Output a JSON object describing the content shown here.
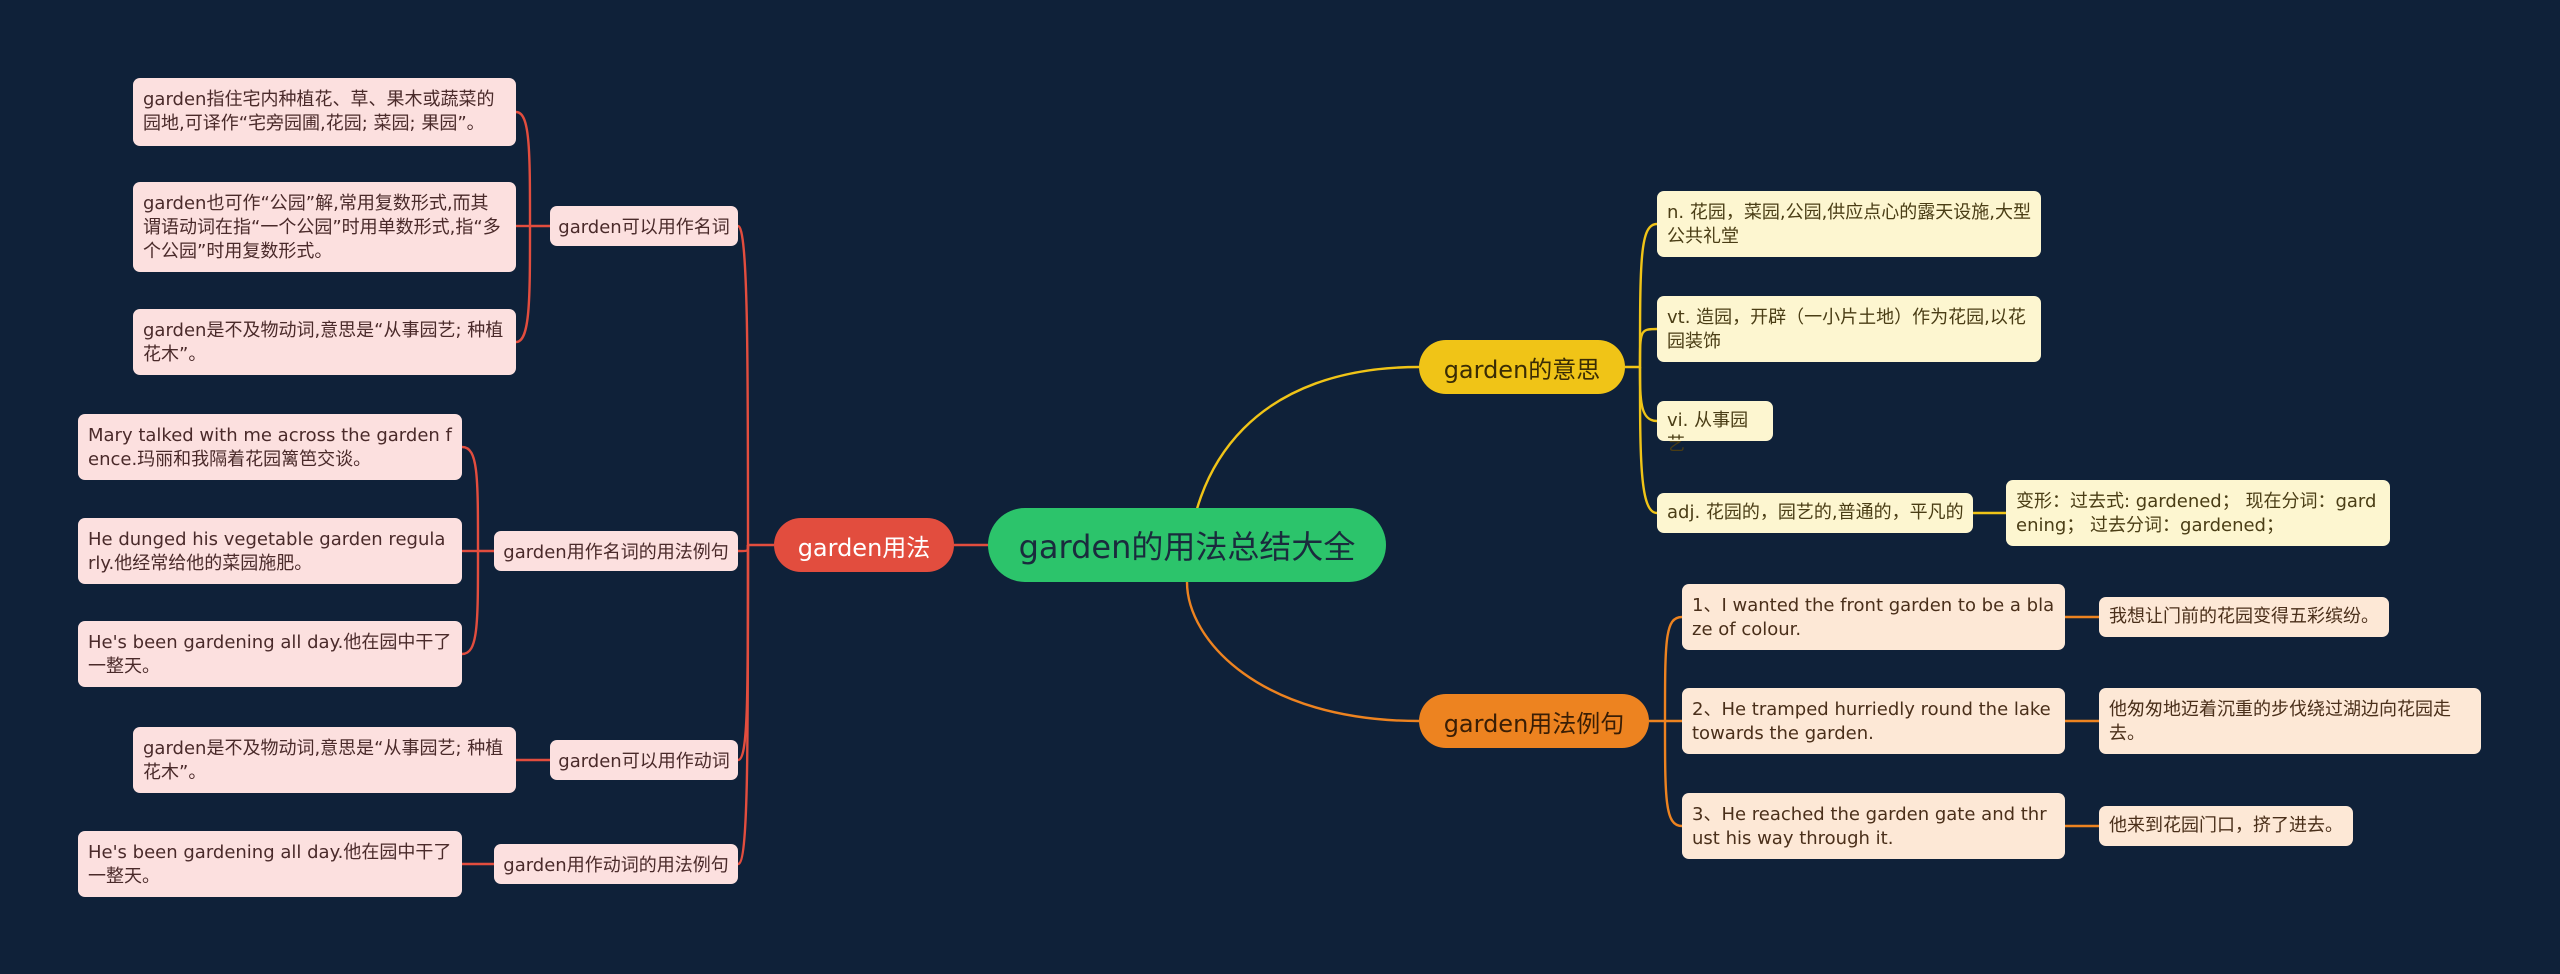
{
  "center": "garden的用法总结大全",
  "colors": {
    "background": "#0f2139",
    "center": "#2cc46b",
    "red": "#e24d3e",
    "yellow": "#f0c417",
    "orange": "#ed8320"
  },
  "left_branch": {
    "label": "garden用法",
    "groups": [
      {
        "label": "garden可以用作名词",
        "items": [
          "garden指住宅内种植花、草、果木或蔬菜的园地,可译作“宅旁园圃,花园; 菜园; 果园”。",
          "garden也可作“公园”解,常用复数形式,而其谓语动词在指“一个公园”时用单数形式,指“多个公园”时用复数形式。",
          "garden是不及物动词,意思是“从事园艺; 种植花木”。"
        ]
      },
      {
        "label": "garden用作名词的用法例句",
        "items": [
          "Mary talked with me across the garden fence.玛丽和我隔着花园篱笆交谈。",
          "He dunged his vegetable garden regularly.他经常给他的菜园施肥。",
          "He's been gardening all day.他在园中干了一整天。"
        ]
      },
      {
        "label": "garden可以用作动词",
        "items": [
          "garden是不及物动词,意思是“从事园艺; 种植花木”。"
        ]
      },
      {
        "label": "garden用作动词的用法例句",
        "items": [
          "He's been gardening all day.他在园中干了一整天。"
        ]
      }
    ]
  },
  "right_top": {
    "label": "garden的意思",
    "items": [
      "n. 花园，菜园,公园,供应点心的露天设施,大型公共礼堂",
      "vt. 造园，开辟（一小片土地）作为花园,以花园装饰",
      "vi. 从事园艺",
      "adj. 花园的，园艺的,普通的，平凡的"
    ],
    "extra": "变形：过去式: gardened； 现在分词：gardening； 过去分词：gardened；"
  },
  "right_bottom": {
    "label": "garden用法例句",
    "items": [
      {
        "en": "1、I wanted the front garden to be a blaze of colour.",
        "zh": "我想让门前的花园变得五彩缤纷。"
      },
      {
        "en": "2、He tramped hurriedly round the lake towards the garden.",
        "zh": "他匆匆地迈着沉重的步伐绕过湖边向花园走去。"
      },
      {
        "en": "3、He reached the garden gate and thrust his way through it.",
        "zh": "他来到花园门口，挤了进去。"
      }
    ]
  }
}
